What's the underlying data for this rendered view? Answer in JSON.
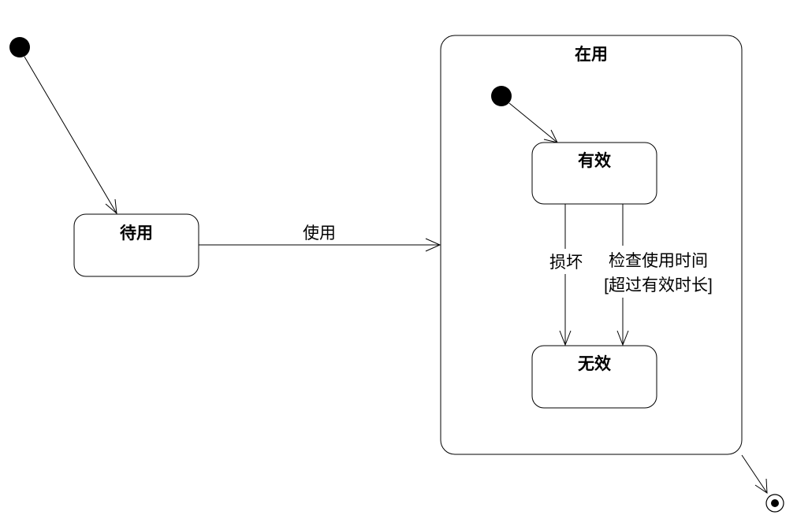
{
  "diagram": {
    "states": {
      "idle": "待用",
      "in_use": "在用",
      "valid": "有效",
      "invalid": "无效"
    },
    "transitions": {
      "use": "使用",
      "damage": "损坏",
      "check_line1": "检查使用时间",
      "check_line2": "[超过有效时长]"
    }
  }
}
